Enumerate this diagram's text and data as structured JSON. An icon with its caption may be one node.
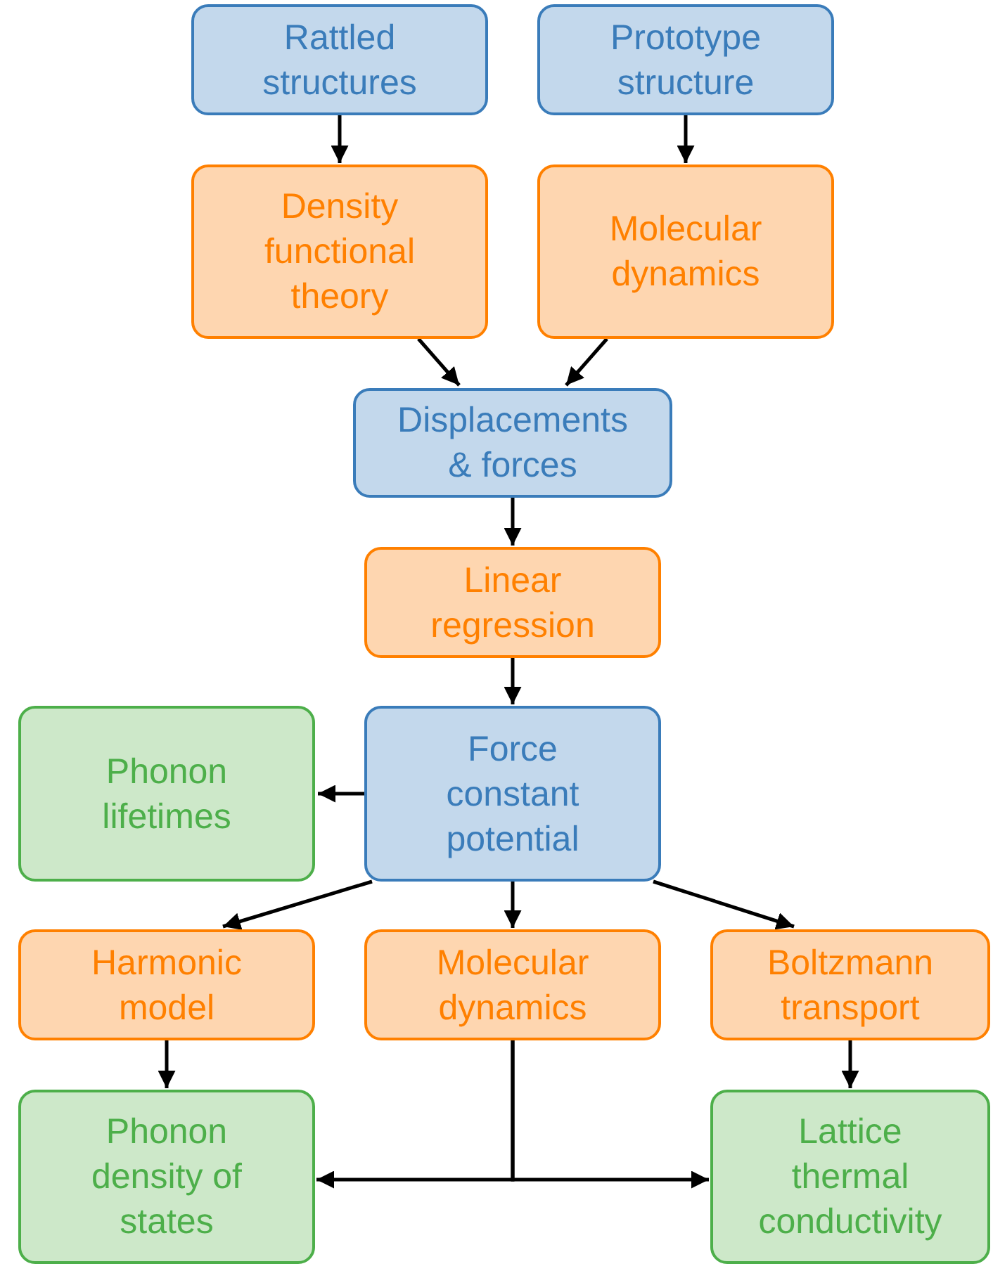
{
  "diagram": {
    "nodes": [
      {
        "text": [
          "Rattled structures"
        ]
      },
      {
        "text": [
          "Prototype structure"
        ]
      },
      {
        "text": [
          "Density functional theory"
        ]
      },
      {
        "text": [
          "Molecular dynamics"
        ]
      },
      {
        "text": [
          "Displacements & forces"
        ]
      },
      {
        "text": [
          "Linear regression"
        ]
      },
      {
        "text": [
          "Phonon lifetimes"
        ]
      },
      {
        "text": [
          "Force constant potential"
        ]
      },
      {
        "text": [
          "Harmonic model"
        ]
      },
      {
        "text": [
          "Molecular dynamics"
        ]
      },
      {
        "text": [
          "Boltzmann transport"
        ]
      },
      {
        "text": [
          "Phonon density of states"
        ]
      },
      {
        "text": [
          "Lattice thermal conductivity"
        ]
      }
    ],
    "edges": [
      {
        "from": 0,
        "to": 2,
        "arrow": "to"
      },
      {
        "from": 1,
        "to": 3,
        "arrow": "to"
      },
      {
        "from": 2,
        "to": 4,
        "arrow": "to"
      },
      {
        "from": 3,
        "to": 4,
        "arrow": "to"
      },
      {
        "from": 4,
        "to": 5,
        "arrow": "to"
      },
      {
        "from": 5,
        "to": 7,
        "arrow": "to"
      },
      {
        "from": 7,
        "to": 6,
        "arrow": "to"
      },
      {
        "from": 7,
        "to": 8,
        "arrow": "to"
      },
      {
        "from": 7,
        "to": 9,
        "arrow": "to"
      },
      {
        "from": 7,
        "to": 10,
        "arrow": "to"
      },
      {
        "from": 8,
        "to": 11,
        "arrow": "to"
      },
      {
        "from": 10,
        "to": 12,
        "arrow": "to"
      },
      {
        "from": 9,
        "to": 11,
        "arrow": "to"
      },
      {
        "from": 9,
        "to": 12,
        "arrow": "to"
      }
    ]
  }
}
